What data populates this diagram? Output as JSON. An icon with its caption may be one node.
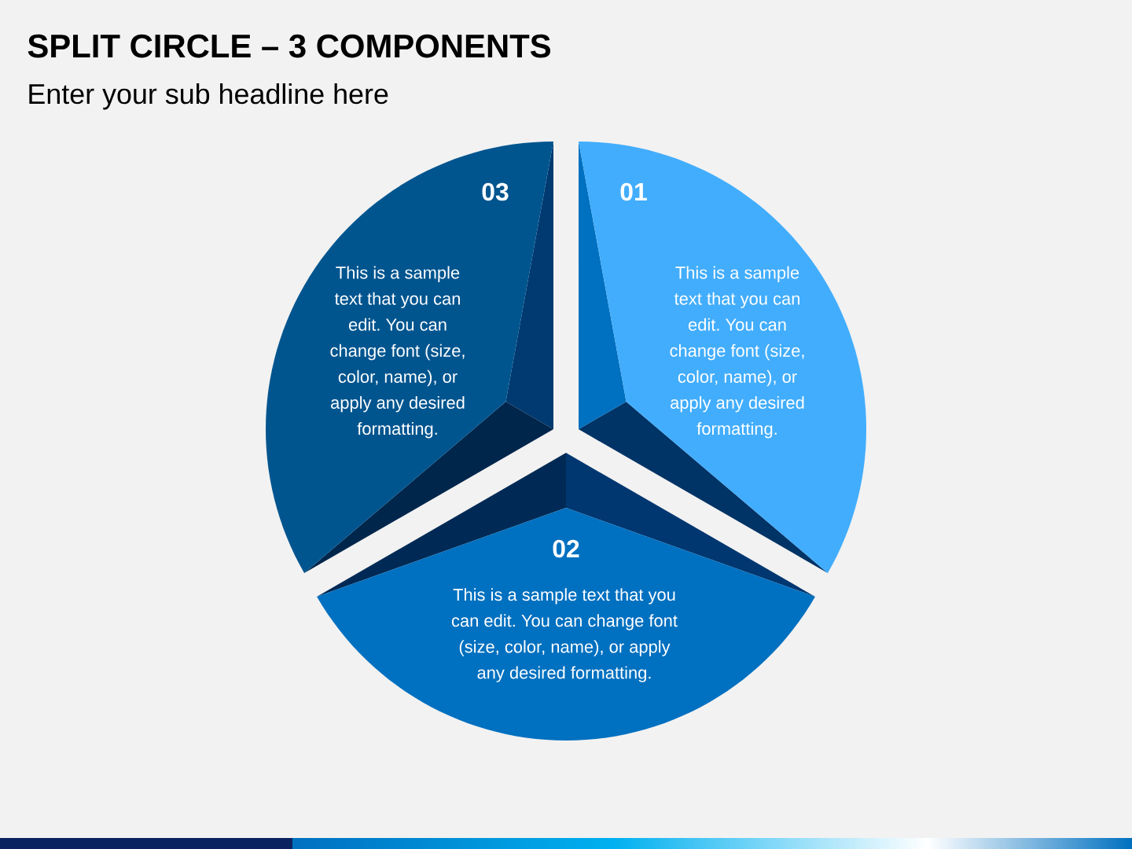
{
  "diagram": {
    "title": "SPLIT CIRCLE – 3 COMPONENTS",
    "nodes": [
      {
        "text": [
          "01",
          "This is a sample text that you can edit. You can change font (size, color, name), or apply any desired formatting."
        ]
      },
      {
        "text": [
          "02",
          "This is a sample text that you can edit. You can change font (size, color, name), or apply any desired formatting."
        ]
      },
      {
        "text": [
          "03",
          "This is a sample text that you can edit. You can change font (size, color, name), or apply any desired formatting."
        ]
      }
    ],
    "labels": [
      "Enter your sub headline here"
    ]
  }
}
